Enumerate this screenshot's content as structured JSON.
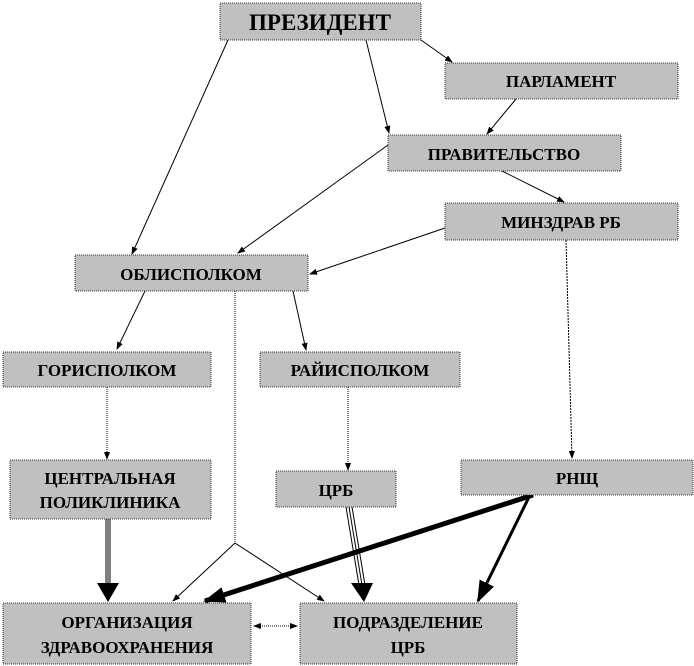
{
  "diagram": {
    "nodes": {
      "president": {
        "label": "ПРЕЗИДЕНТ"
      },
      "parliament": {
        "label": "ПАРЛАМЕНТ"
      },
      "government": {
        "label": "ПРАВИТЕЛЬСТВО"
      },
      "minzdrav": {
        "label": "МИНЗДРАВ РБ"
      },
      "oblispolkom": {
        "label": "ОБЛИСПОЛКОМ"
      },
      "gorispolkom": {
        "label": "ГОРИСПОЛКОМ"
      },
      "rayispolkom": {
        "label": "РАЙИСПОЛКОМ"
      },
      "central_polyclinic": {
        "line1": "ЦЕНТРАЛЬНАЯ",
        "line2": "ПОЛИКЛИНИКА"
      },
      "crb": {
        "label": "ЦРБ"
      },
      "rnpc": {
        "label": "РНЩ"
      },
      "health_org": {
        "line1": "ОРГАНИЗАЦИЯ",
        "line2": "ЗДРАВООХРАНЕНИЯ"
      },
      "crb_division": {
        "line1": "ПОДРАЗДЕЛЕНИЕ",
        "line2": "ЦРБ"
      }
    },
    "colors": {
      "box": "#c0c0c0",
      "line": "#000000"
    }
  }
}
